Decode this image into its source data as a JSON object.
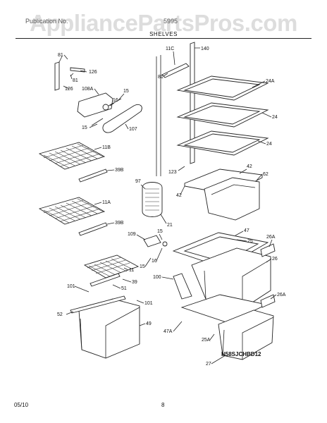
{
  "watermark": "AppliancePartsPros.com",
  "header": {
    "left": "Publication No.",
    "right": "5995"
  },
  "section_title": "SHELVES",
  "diagram_code": "N58SJCHBD12",
  "footer": {
    "date": "05/10",
    "page": "8"
  },
  "callouts": [
    "81",
    "126",
    "81",
    "126",
    "108A",
    "15",
    "16",
    "15",
    "107",
    "11B",
    "39B",
    "11A",
    "39B",
    "97",
    "21",
    "11C",
    "140",
    "81",
    "24A",
    "24",
    "24",
    "123",
    "42",
    "62",
    "42",
    "109",
    "15",
    "16",
    "15",
    "47",
    "25",
    "26A",
    "26",
    "100",
    "11",
    "39",
    "51",
    "101",
    "101",
    "52",
    "49",
    "26A",
    "47A",
    "25A",
    "27"
  ]
}
